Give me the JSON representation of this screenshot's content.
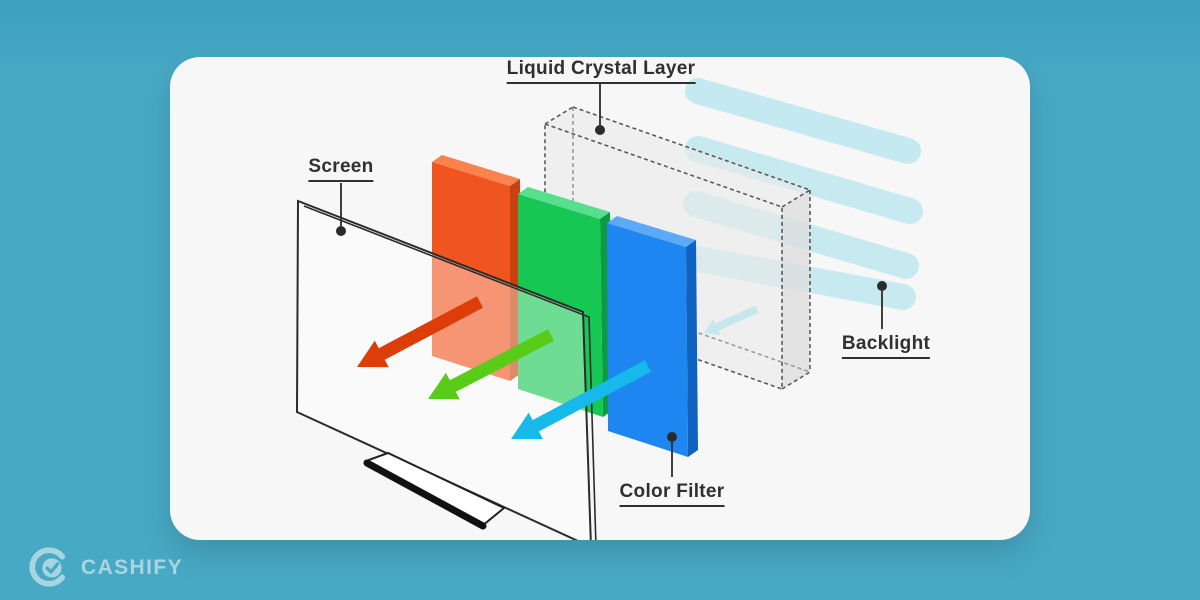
{
  "page": {
    "background_color": "#48A9C4",
    "card_color": "#F7F7F7"
  },
  "branding": {
    "name": "CASHIFY",
    "icon": "cashify-logo-icon",
    "color": "#A8D6E0"
  },
  "diagram": {
    "title_parts": [
      "Screen",
      "Liquid Crystal Layer",
      "Backlight",
      "Color Filter"
    ],
    "labels": {
      "liquid_crystal_layer": "Liquid Crystal Layer",
      "screen": "Screen",
      "backlight": "Backlight",
      "color_filter": "Color Filter"
    },
    "colors": {
      "panel_red": "#F1551F",
      "panel_red_top": "#F8834E",
      "panel_red_side": "#C64310",
      "panel_green": "#17C753",
      "panel_green_top": "#58DF8D",
      "panel_green_side": "#0C9B42",
      "panel_blue": "#1E86F0",
      "panel_blue_top": "#5BAAF7",
      "panel_blue_side": "#1161BE",
      "arrow_red": "#DC3D09",
      "arrow_green": "#58CC17",
      "arrow_cyan": "#16B9E9",
      "beam_cyan": "#BFE5EF",
      "backlight_bar": "#C2E9F1",
      "glass_fill": "rgba(255,255,255,0.38)",
      "outline": "#2B2B2B",
      "dashed_line": "#5A5A5A",
      "label_text": "#303030"
    }
  }
}
